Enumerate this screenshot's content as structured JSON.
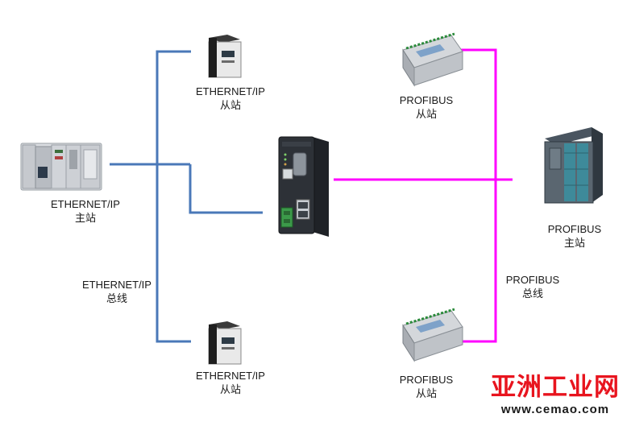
{
  "colors": {
    "ethernet_line": "#4a78b8",
    "profibus_line": "#ff00ff",
    "watermark_red": "#e8141e"
  },
  "nodes": {
    "eth_master": {
      "line1": "ETHERNET/IP",
      "line2": "主站"
    },
    "eth_slave_top": {
      "line1": "ETHERNET/IP",
      "line2": "从站"
    },
    "eth_slave_bottom": {
      "line1": "ETHERNET/IP",
      "line2": "从站"
    },
    "eth_bus": {
      "line1": "ETHERNET/IP",
      "line2": "总线"
    },
    "pb_slave_top": {
      "line1": "PROFIBUS",
      "line2": "从站"
    },
    "pb_slave_bottom": {
      "line1": "PROFIBUS",
      "line2": "从站"
    },
    "pb_master": {
      "line1": "PROFIBUS",
      "line2": "主站"
    },
    "pb_bus": {
      "line1": "PROFIBUS",
      "line2": "总线"
    }
  },
  "icons": {
    "eth_master": "plc-rack-icon",
    "eth_slave": "drive-module-icon",
    "gateway": "protocol-gateway-icon",
    "pb_slave": "io-module-icon",
    "pb_master": "siemens-plc-icon"
  },
  "watermark": {
    "cn": "亚洲工业网",
    "url": "www.cemao.com"
  }
}
